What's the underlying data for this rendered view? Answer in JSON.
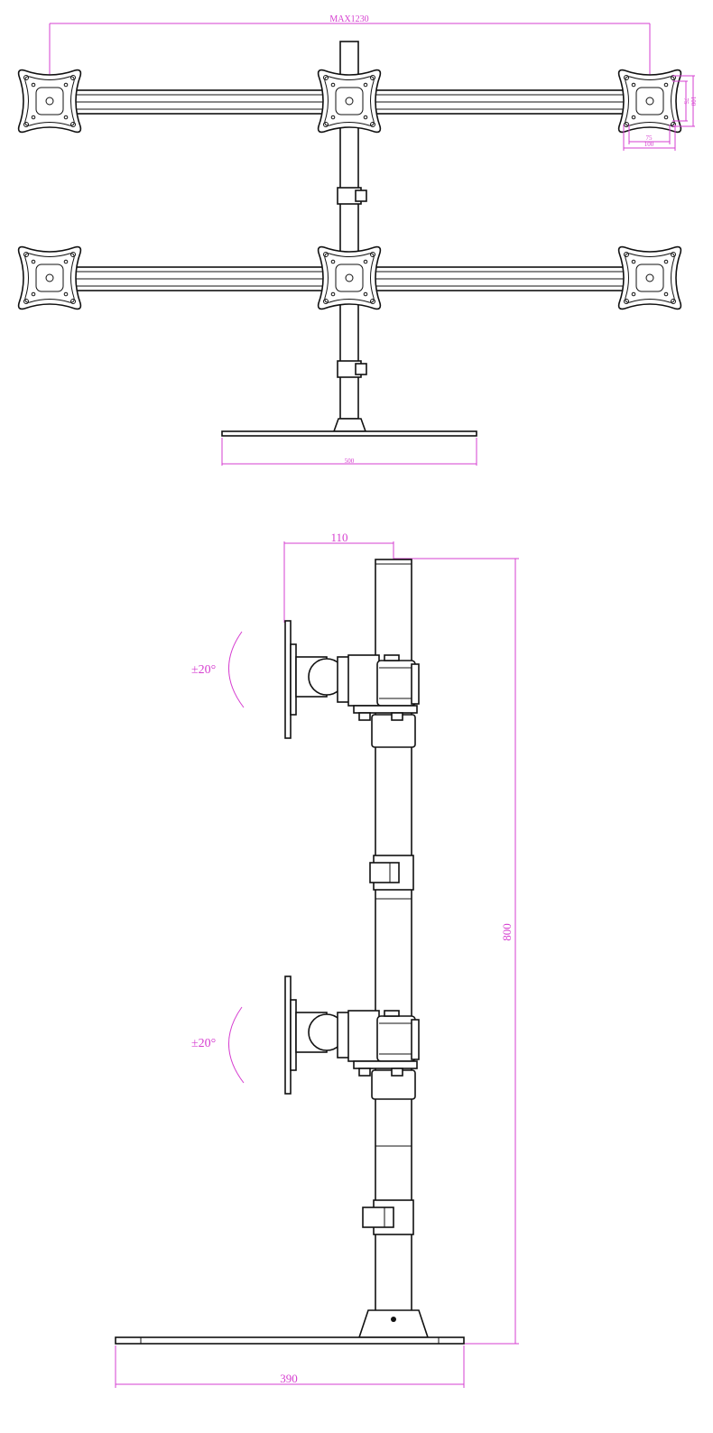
{
  "colors": {
    "dimension": "#d63fd0",
    "drawing": "#111111",
    "background": "#ffffff"
  },
  "front_view": {
    "max_width_label": "MAX1230",
    "base_width_label": "500",
    "vesa_small_label": "75",
    "vesa_large_label": "100",
    "vesa_vertical_small_label": "75",
    "vesa_vertical_large_label": "100"
  },
  "side_view": {
    "offset_label": "110",
    "height_label": "800",
    "base_depth_label": "390",
    "tilt_upper_label": "±20°",
    "tilt_lower_label": "±20°"
  }
}
